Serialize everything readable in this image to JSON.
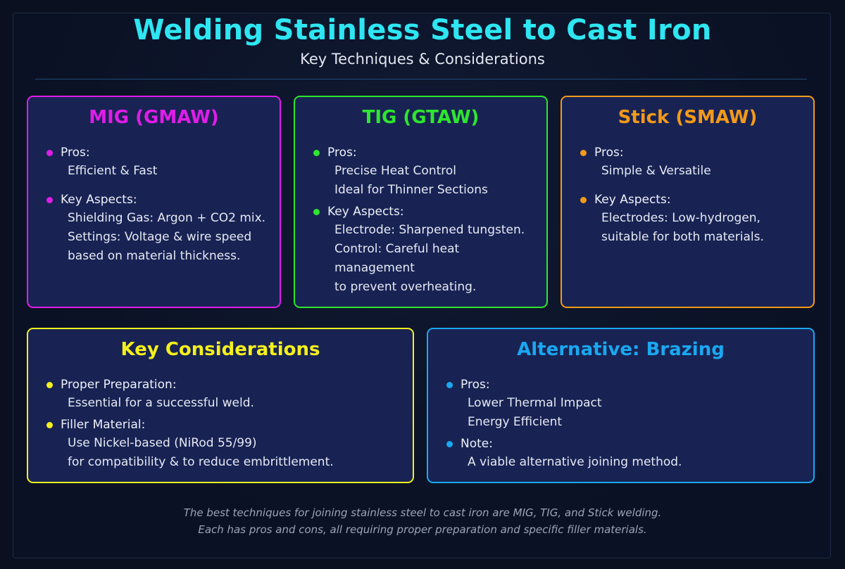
{
  "header": {
    "title": "Welding Stainless Steel to Cast Iron",
    "subtitle": "Key Techniques & Considerations"
  },
  "colors": {
    "mig": "#e01ce8",
    "tig": "#2ee62e",
    "stick": "#f39a1a",
    "key": "#f5f01c",
    "alt": "#1aa8f0",
    "title": "#2ee6f2"
  },
  "cards": {
    "mig": {
      "title": "MIG (GMAW)",
      "items": [
        {
          "label": "Pros:",
          "lines": [
            "Efficient & Fast"
          ]
        },
        {
          "label": "Key Aspects:",
          "lines": [
            "Shielding Gas: Argon + CO2 mix.",
            "Settings: Voltage & wire speed",
            "based on material thickness."
          ]
        }
      ]
    },
    "tig": {
      "title": "TIG (GTAW)",
      "items": [
        {
          "label": "Pros:",
          "lines": [
            "Precise Heat Control",
            "Ideal for Thinner Sections"
          ]
        },
        {
          "label": "Key Aspects:",
          "lines": [
            "Electrode: Sharpened tungsten.",
            "Control: Careful heat management",
            "to prevent overheating."
          ]
        }
      ]
    },
    "stick": {
      "title": "Stick (SMAW)",
      "items": [
        {
          "label": "Pros:",
          "lines": [
            "Simple & Versatile"
          ]
        },
        {
          "label": "Key Aspects:",
          "lines": [
            "Electrodes: Low-hydrogen,",
            "suitable for both materials."
          ]
        }
      ]
    },
    "key": {
      "title": "Key Considerations",
      "items": [
        {
          "label": "Proper Preparation:",
          "lines": [
            "Essential for a successful weld."
          ]
        },
        {
          "label": "Filler Material:",
          "lines": [
            "Use Nickel-based (NiRod 55/99)",
            "for compatibility & to reduce embrittlement."
          ]
        }
      ]
    },
    "alt": {
      "title": "Alternative: Brazing",
      "items": [
        {
          "label": "Pros:",
          "lines": [
            "Lower Thermal Impact",
            "Energy Efficient"
          ]
        },
        {
          "label": "Note:",
          "lines": [
            "A viable alternative joining method."
          ]
        }
      ]
    }
  },
  "footer": {
    "line1": "The best techniques for joining stainless steel to cast iron are MIG, TIG, and Stick welding.",
    "line2": "Each has pros and cons, all requiring proper preparation and specific filler materials."
  }
}
